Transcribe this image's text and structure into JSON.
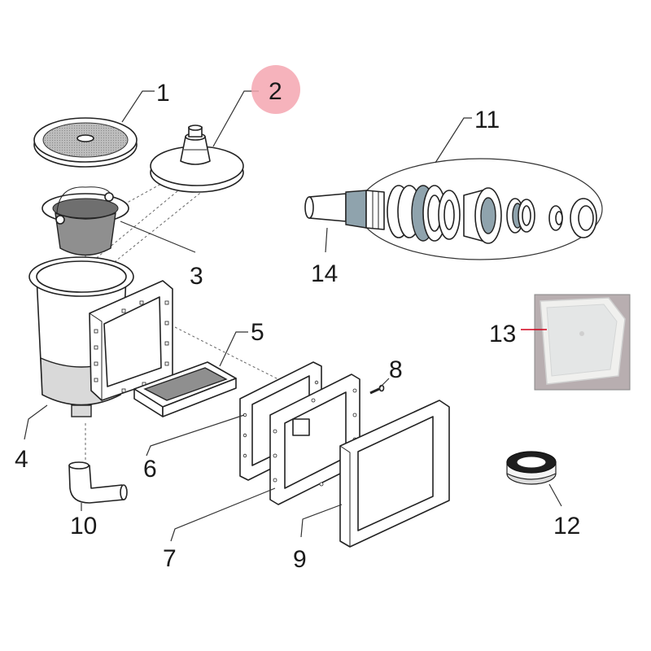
{
  "diagram": {
    "labels": {
      "p1": "1",
      "p2": "2",
      "p3": "3",
      "p4": "4",
      "p5": "5",
      "p6": "6",
      "p7": "7",
      "p8": "8",
      "p9": "9",
      "p10": "10",
      "p11": "11",
      "p12": "12",
      "p13": "13",
      "p14": "14"
    },
    "colors": {
      "highlight": "#f4a6b0",
      "gasket_blue": "#8fa3ad",
      "photo_bg": "#b8aeb0",
      "callout_red": "#d0021b"
    }
  }
}
